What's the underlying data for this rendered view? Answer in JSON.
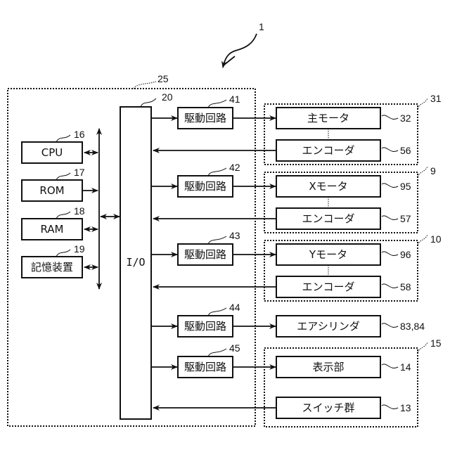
{
  "diagram": {
    "system_ref": "1",
    "controller": {
      "ref": "25",
      "io": {
        "label": "I/O",
        "ref": "20"
      },
      "components": [
        {
          "id": "cpu",
          "label": "CPU",
          "ref": "16",
          "connection": "bidirectional"
        },
        {
          "id": "rom",
          "label": "ROM",
          "ref": "17",
          "connection": "to-bus"
        },
        {
          "id": "ram",
          "label": "RAM",
          "ref": "18",
          "connection": "bidirectional"
        },
        {
          "id": "storage",
          "label": "記憶装置",
          "ref": "19",
          "connection": "bidirectional"
        }
      ],
      "drivers": [
        {
          "label": "駆動回路",
          "ref": "41"
        },
        {
          "label": "駆動回路",
          "ref": "42"
        },
        {
          "label": "駆動回路",
          "ref": "43"
        },
        {
          "label": "駆動回路",
          "ref": "44"
        },
        {
          "label": "駆動回路",
          "ref": "45"
        }
      ]
    },
    "groups": [
      {
        "ref": "31",
        "devices": [
          {
            "label": "主モータ",
            "ref": "32"
          },
          {
            "label": "エンコーダ",
            "ref": "56"
          }
        ]
      },
      {
        "ref": "9",
        "devices": [
          {
            "label": "Xモータ",
            "ref": "95"
          },
          {
            "label": "エンコーダ",
            "ref": "57"
          }
        ]
      },
      {
        "ref": "10",
        "devices": [
          {
            "label": "Yモータ",
            "ref": "96"
          },
          {
            "label": "エンコーダ",
            "ref": "58"
          }
        ]
      },
      {
        "ref": "15",
        "devices": [
          {
            "label": "表示部",
            "ref": "14"
          },
          {
            "label": "スイッチ群",
            "ref": "13"
          }
        ]
      }
    ],
    "air_cylinder": {
      "label": "エアシリンダ",
      "ref": "83,84"
    }
  }
}
